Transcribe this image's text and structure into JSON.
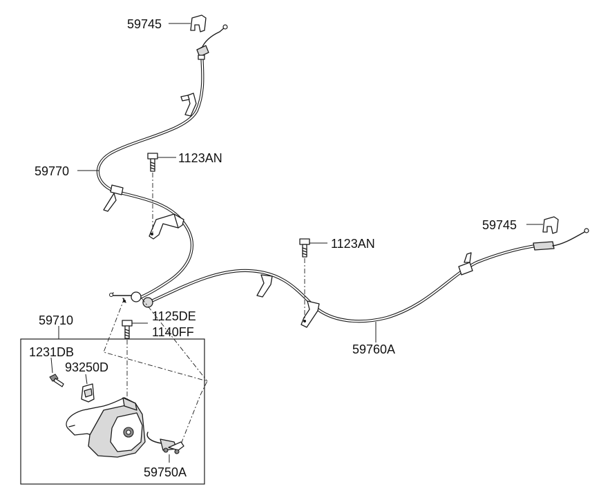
{
  "labels": {
    "clip_top": "59745",
    "clip_right": "59745",
    "cable_left": "59770",
    "bolt_top": "1123AN",
    "bolt_mid": "1123AN",
    "bolt_lever_a": "1125DE",
    "bolt_lever_b": "1140FF",
    "lever_assy": "59710",
    "bolt_small": "1231DB",
    "bracket_small": "93250D",
    "switch": "59750A",
    "cable_right": "59760A"
  }
}
